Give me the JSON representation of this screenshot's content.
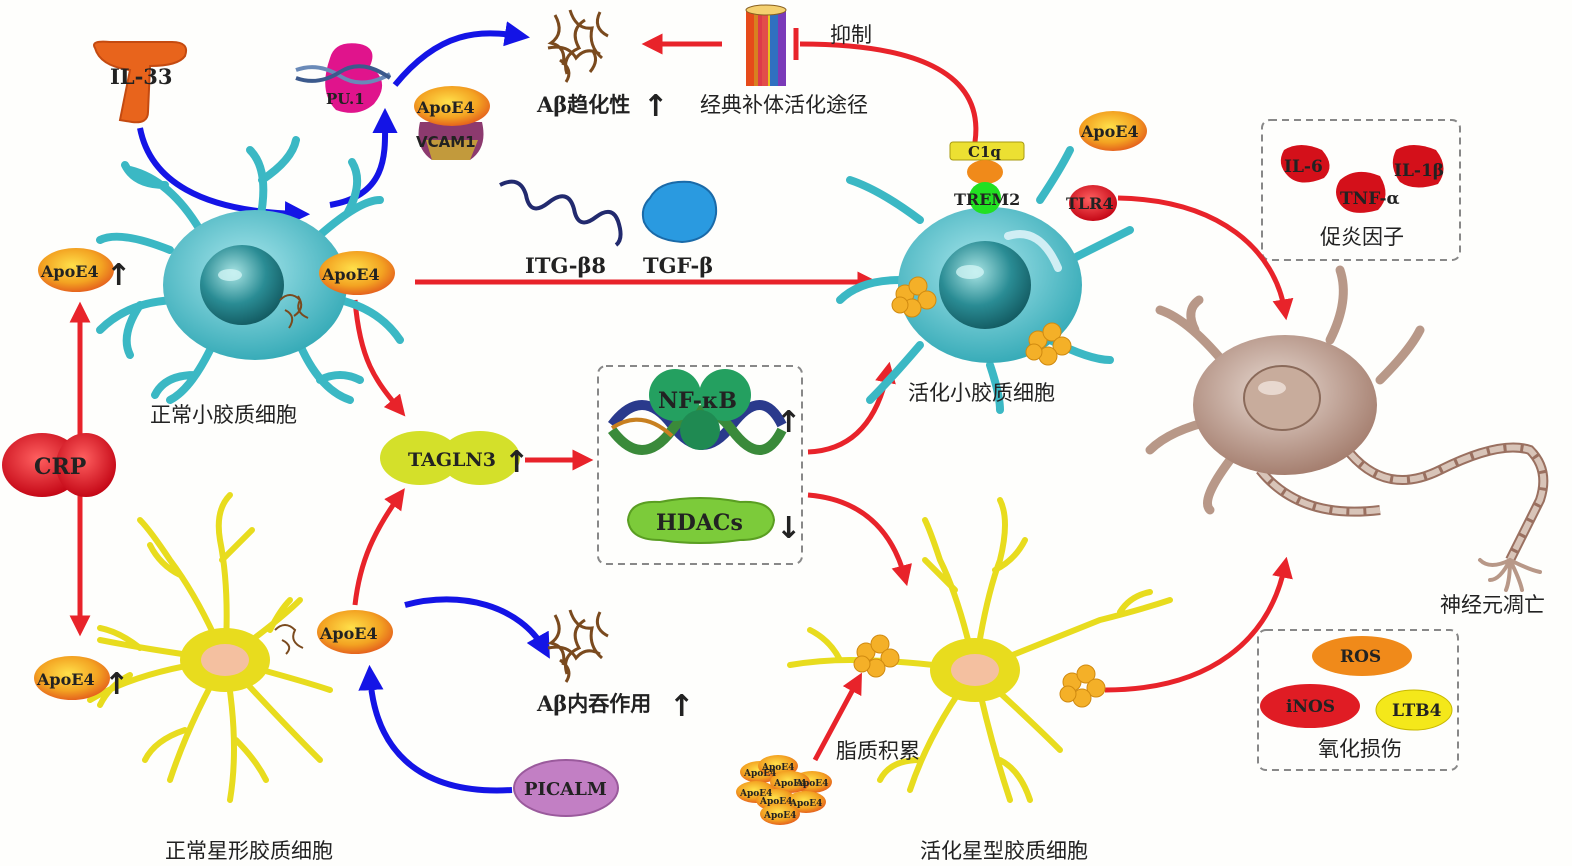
{
  "labels": {
    "il33": "IL-33",
    "pu1": "PU.1",
    "apoe4": "ApoE4",
    "vcam1": "VCAM1",
    "abeta_chemotaxis": "Aβ趋化性",
    "classic_complement": "经典补体活化途径",
    "inhibit": "抑制",
    "c1q": "C1q",
    "trem2": "TREM2",
    "tlr4": "TLR4",
    "il6": "IL-6",
    "il1b": "IL-1β",
    "tnfa": "TNF-α",
    "proinflammatory": "促炎因子",
    "itgb8": "ITG-β8",
    "tgfb": "TGF-β",
    "normal_microglia": "正常小胶质细胞",
    "activated_microglia": "活化小胶质细胞",
    "crp": "CRP",
    "tagln3": "TAGLN3",
    "nfkb": "NF-κB",
    "hdacs": "HDACs",
    "abeta_endocytosis": "Aβ内吞作用",
    "picalm": "PICALM",
    "lipid_accumulation": "脂质积累",
    "normal_astrocyte": "正常星形胶质细胞",
    "activated_astrocyte": "活化星型胶质细胞",
    "neuron_death": "神经元凋亡",
    "ros": "ROS",
    "inos": "iNOS",
    "ltb4": "LTB4",
    "oxidative_damage": "氧化损伤",
    "up": "↑",
    "down": "↓"
  },
  "colors": {
    "red_arrow": "#e8232a",
    "blue_arrow": "#1414e6",
    "microglia": "#3bb8c4",
    "astrocyte": "#e8dc1e",
    "neuron": "#b89888",
    "apoe4_fill": "#f08a1a",
    "crp": "#e01c24",
    "picalm": "#c27fc4",
    "hdacs": "#7ccb3a",
    "nfkb": "#24a060",
    "ros": "#f08a1a",
    "inos": "#e01c24",
    "ltb4": "#f4e81a"
  }
}
